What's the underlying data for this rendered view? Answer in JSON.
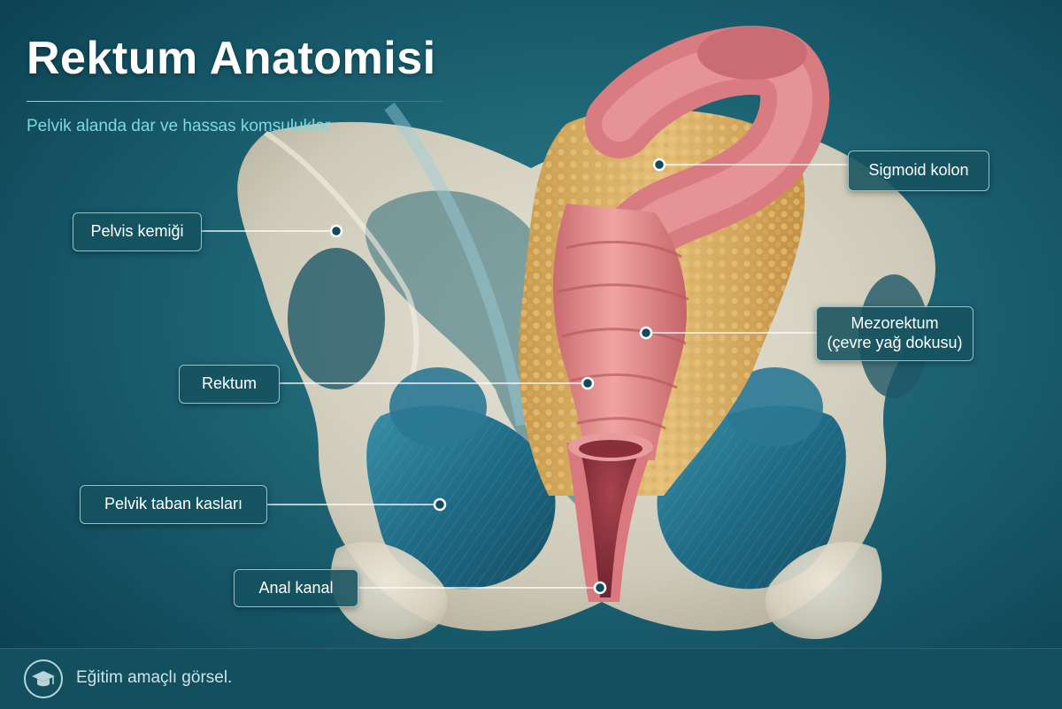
{
  "header": {
    "title": "Rektum Anatomisi",
    "subtitle": "Pelvik alanda dar ve hassas komşuluklar"
  },
  "labels": {
    "sigmoid_colon": "Sigmoid kolon",
    "pelvic_bone": "Pelvis kemiği",
    "mesorectum_line1": "Mezorektum",
    "mesorectum_line2": "(çevre yağ dokusu)",
    "rectum": "Rektum",
    "pelvic_floor": "Pelvik taban kasları",
    "anal_canal": "Anal kanal"
  },
  "footer": {
    "icon": "graduation-cap-icon",
    "text": "Eğitim amaçlı görsel."
  },
  "colors": {
    "background": "#0f4b5c",
    "accent": "#7fd8df",
    "bone": "#ddd6c6",
    "muscle": "#1f6a84",
    "rectum": "#e08a8a",
    "fat": "#d5a95a"
  }
}
